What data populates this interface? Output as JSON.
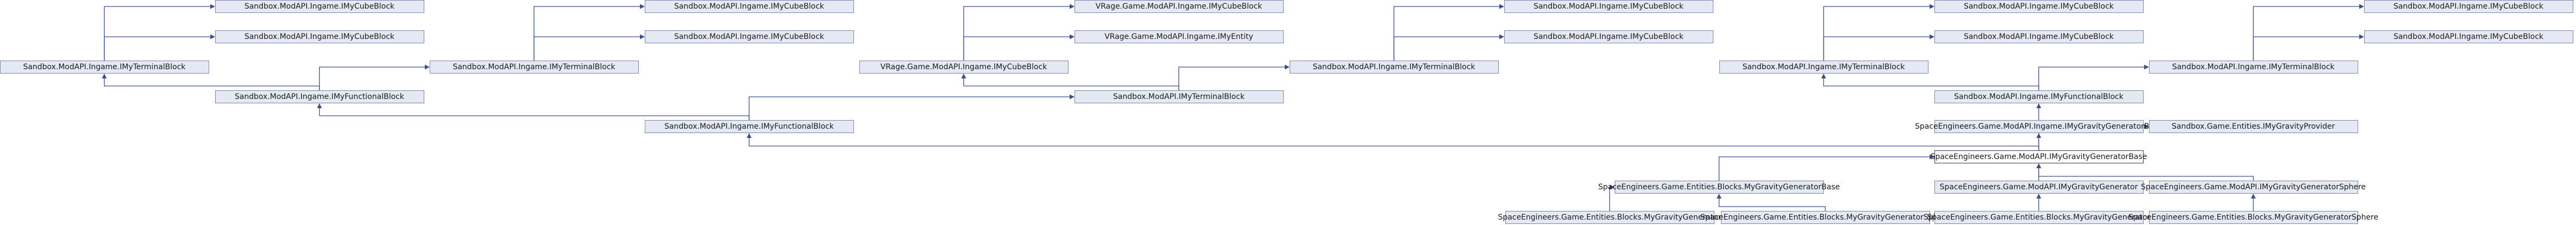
{
  "nodes": {
    "n1": "Sandbox.ModAPI.Ingame.IMyCubeBlock",
    "n2": "Sandbox.ModAPI.Ingame.IMyCubeBlock",
    "n3": "Sandbox.ModAPI.Ingame.IMyTerminalBlock",
    "n4": "Sandbox.ModAPI.Ingame.IMyCubeBlock",
    "n5": "Sandbox.ModAPI.Ingame.IMyCubeBlock",
    "n6": "Sandbox.ModAPI.Ingame.IMyTerminalBlock",
    "n7": "Sandbox.ModAPI.Ingame.IMyFunctionalBlock",
    "n8": "VRage.Game.ModAPI.Ingame.IMyCubeBlock",
    "n9": "VRage.Game.ModAPI.Ingame.IMyEntity",
    "n10": "VRage.Game.ModAPI.Ingame.IMyCubeBlock",
    "n11": "Sandbox.ModAPI.Ingame.IMyCubeBlock",
    "n12": "Sandbox.ModAPI.Ingame.IMyCubeBlock",
    "n13": "Sandbox.ModAPI.Ingame.IMyTerminalBlock",
    "n14": "Sandbox.ModAPI.IMyTerminalBlock",
    "n15": "Sandbox.ModAPI.Ingame.IMyFunctionalBlock",
    "n16": "Sandbox.ModAPI.Ingame.IMyCubeBlock",
    "n17": "Sandbox.ModAPI.Ingame.IMyCubeBlock",
    "n18": "Sandbox.ModAPI.Ingame.IMyTerminalBlock",
    "n19": "Sandbox.ModAPI.Ingame.IMyCubeBlock",
    "n20": "Sandbox.ModAPI.Ingame.IMyCubeBlock",
    "n21": "Sandbox.ModAPI.Ingame.IMyTerminalBlock",
    "n22": "Sandbox.ModAPI.Ingame.IMyFunctionalBlock",
    "n23": "SpaceEngineers.Game.ModAPI.Ingame.IMyGravityGeneratorBase",
    "n24": "Sandbox.Game.Entities.IMyGravityProvider",
    "n25": "SpaceEngineers.Game.ModAPI.IMyGravityGeneratorBase",
    "n26": "SpaceEngineers.Game.Entities.Blocks.MyGravityGeneratorBase",
    "n27": "SpaceEngineers.Game.ModAPI.IMyGravityGenerator",
    "n28": "SpaceEngineers.Game.ModAPI.IMyGravityGeneratorSphere",
    "n29": "SpaceEngineers.Game.Entities.Blocks.MyGravityGenerator",
    "n30": "SpaceEngineers.Game.Entities.Blocks.MyGravityGeneratorSphere",
    "n31": "SpaceEngineers.Game.Entities.Blocks.MyGravityGenerator",
    "n32": "SpaceEngineers.Game.Entities.Blocks.MyGravityGeneratorSphere"
  },
  "current_node": "n25",
  "colors": {
    "node_fill": "#e4e9f4",
    "node_stroke": "#7a87a8",
    "edge": "#3b4f8f"
  }
}
